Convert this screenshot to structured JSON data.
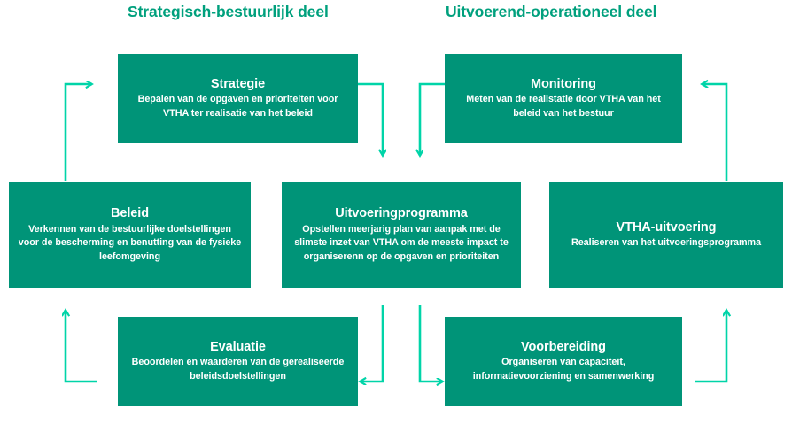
{
  "diagram": {
    "title_strategic": "Strategisch-bestuurlijk deel",
    "title_operational": "Uitvoerend-operationeel deel",
    "colors": {
      "box_fill": "#009478",
      "arrow": "#00d4a8",
      "heading": "#00a07d",
      "background": "#ffffff",
      "box_text": "#ffffff"
    },
    "boxes": [
      {
        "id": "strategie",
        "title": "Strategie",
        "description": "Bepalen van de opgaven en prioriteiten voor VTHA ter realisatie van het beleid"
      },
      {
        "id": "monitoring",
        "title": "Monitoring",
        "description": "Meten van de realistatie door VTHA van het beleid van het bestuur"
      },
      {
        "id": "beleid",
        "title": "Beleid",
        "description": "Verkennen van de bestuurlijke doelstellingen voor de bescherming en benutting van de fysieke leefomgeving"
      },
      {
        "id": "uitvoeringprogramma",
        "title": "Uitvoeringprogramma",
        "description": "Opstellen meerjarig plan van aanpak met de slimste inzet van VTHA om de meeste impact te organiserenn op de opgaven en prioriteiten"
      },
      {
        "id": "vtha-uitvoering",
        "title": "VTHA-uitvoering",
        "description": "Realiseren van het uitvoeringsprogramma"
      },
      {
        "id": "evaluatie",
        "title": "Evaluatie",
        "description": "Beoordelen en waarderen van de gerealiseerde beleidsdoelstellingen"
      },
      {
        "id": "voorbereiding",
        "title": "Voorbereiding",
        "description": "Organiseren van capaciteit, informatievoorziening en samenwerking"
      }
    ],
    "connectors": [
      {
        "id": "beleid-to-strategie",
        "from": "beleid",
        "to": "strategie",
        "direction": "up-right"
      },
      {
        "id": "strategie-to-uitvoeringprogramma",
        "from": "strategie",
        "to": "uitvoeringprogramma",
        "direction": "right-down"
      },
      {
        "id": "monitoring-to-uitvoeringprogramma",
        "from": "monitoring",
        "to": "uitvoeringprogramma",
        "direction": "left-down"
      },
      {
        "id": "vtha-to-monitoring",
        "from": "vtha-uitvoering",
        "to": "monitoring",
        "direction": "up-left"
      },
      {
        "id": "evaluatie-to-beleid",
        "from": "evaluatie",
        "to": "beleid",
        "direction": "left-up"
      },
      {
        "id": "uitvoeringprogramma-to-evaluatie",
        "from": "uitvoeringprogramma",
        "to": "evaluatie",
        "direction": "down-left"
      },
      {
        "id": "uitvoeringprogramma-to-voorbereiding",
        "from": "uitvoeringprogramma",
        "to": "voorbereiding",
        "direction": "down-right"
      },
      {
        "id": "voorbereiding-to-vtha",
        "from": "voorbereiding",
        "to": "vtha-uitvoering",
        "direction": "right-up"
      }
    ]
  }
}
